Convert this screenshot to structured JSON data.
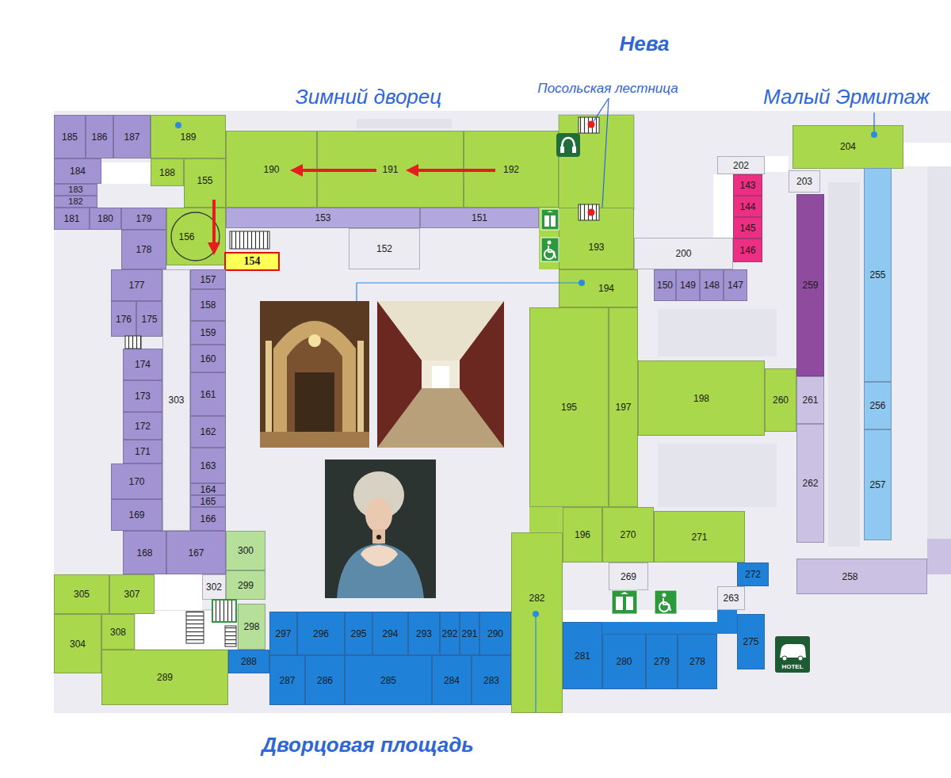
{
  "diagram": {
    "nodes": [
      {
        "text": [
          "185"
        ]
      },
      {
        "text": [
          "186"
        ]
      },
      {
        "text": [
          "187"
        ]
      },
      {
        "text": [
          "189"
        ]
      },
      {
        "text": [
          "204"
        ]
      },
      {
        "text": [
          "184"
        ]
      },
      {
        "text": [
          "188"
        ]
      },
      {
        "text": [
          "155"
        ]
      },
      {
        "text": [
          "190"
        ]
      },
      {
        "text": [
          "191"
        ]
      },
      {
        "text": [
          "192"
        ]
      },
      {
        "text": [
          "202"
        ]
      },
      {
        "text": [
          "203"
        ]
      },
      {
        "text": [
          "143"
        ]
      },
      {
        "text": [
          "183"
        ]
      },
      {
        "text": [
          "182"
        ]
      },
      {
        "text": [
          "144"
        ]
      },
      {
        "text": [
          "181"
        ]
      },
      {
        "text": [
          "180"
        ]
      },
      {
        "text": [
          "179"
        ]
      },
      {
        "text": [
          "156"
        ]
      },
      {
        "text": [
          "153"
        ]
      },
      {
        "text": [
          "151"
        ]
      },
      {
        "text": [
          "145"
        ]
      },
      {
        "text": [
          "259"
        ]
      },
      {
        "text": [
          "255"
        ]
      },
      {
        "text": [
          "178"
        ]
      },
      {
        "text": [
          "152"
        ]
      },
      {
        "text": [
          "193"
        ]
      },
      {
        "text": [
          "146"
        ]
      },
      {
        "text": [
          "200"
        ]
      },
      {
        "text": [
          "154"
        ]
      },
      {
        "text": [
          "177"
        ]
      },
      {
        "text": [
          "303"
        ]
      },
      {
        "text": [
          "157"
        ]
      },
      {
        "text": [
          "194"
        ]
      },
      {
        "text": [
          "150"
        ]
      },
      {
        "text": [
          "149"
        ]
      },
      {
        "text": [
          "148"
        ]
      },
      {
        "text": [
          "147"
        ]
      },
      {
        "text": [
          "158"
        ]
      },
      {
        "text": [
          "176"
        ]
      },
      {
        "text": [
          "175"
        ]
      },
      {
        "text": [
          "195"
        ]
      },
      {
        "text": [
          "197"
        ]
      },
      {
        "text": [
          "159"
        ]
      },
      {
        "text": [
          "160"
        ]
      },
      {
        "text": [
          "174"
        ]
      },
      {
        "text": [
          "198"
        ]
      },
      {
        "text": [
          "260"
        ]
      },
      {
        "text": [
          "161"
        ]
      },
      {
        "text": [
          "261"
        ]
      },
      {
        "text": [
          "173"
        ]
      },
      {
        "text": [
          "256"
        ]
      },
      {
        "text": [
          "172"
        ]
      },
      {
        "text": [
          "162"
        ]
      },
      {
        "text": [
          "262"
        ]
      },
      {
        "text": [
          "257"
        ]
      },
      {
        "text": [
          "171"
        ]
      },
      {
        "text": [
          "163"
        ]
      },
      {
        "text": [
          "170"
        ]
      },
      {
        "text": [
          "164"
        ]
      },
      {
        "text": [
          "165"
        ]
      },
      {
        "text": [
          "169"
        ]
      },
      {
        "text": [
          "166"
        ]
      },
      {
        "text": [
          "196"
        ]
      },
      {
        "text": [
          "270"
        ]
      },
      {
        "text": [
          "271"
        ]
      },
      {
        "text": [
          "168"
        ]
      },
      {
        "text": [
          "167"
        ]
      },
      {
        "text": [
          "300"
        ]
      },
      {
        "text": [
          "282"
        ]
      },
      {
        "text": [
          "258"
        ]
      },
      {
        "text": [
          "269"
        ]
      },
      {
        "text": [
          "272"
        ]
      },
      {
        "text": [
          "305"
        ]
      },
      {
        "text": [
          "307"
        ]
      },
      {
        "text": [
          "302"
        ]
      },
      {
        "text": [
          "299"
        ]
      },
      {
        "text": [
          "263"
        ]
      },
      {
        "text": [
          "298"
        ]
      },
      {
        "text": [
          "297"
        ]
      },
      {
        "text": [
          "296"
        ]
      },
      {
        "text": [
          "295"
        ]
      },
      {
        "text": [
          "294"
        ]
      },
      {
        "text": [
          "293"
        ]
      },
      {
        "text": [
          "292"
        ]
      },
      {
        "text": [
          "291"
        ]
      },
      {
        "text": [
          "290"
        ]
      },
      {
        "text": [
          "304"
        ]
      },
      {
        "text": [
          "308"
        ]
      },
      {
        "text": [
          "281"
        ]
      },
      {
        "text": [
          "275"
        ]
      },
      {
        "text": [
          "280"
        ]
      },
      {
        "text": [
          "279"
        ]
      },
      {
        "text": [
          "278"
        ]
      },
      {
        "text": [
          "289"
        ]
      },
      {
        "text": [
          "288"
        ]
      },
      {
        "text": [
          "287"
        ]
      },
      {
        "text": [
          "286"
        ]
      },
      {
        "text": [
          "285"
        ]
      },
      {
        "text": [
          "284"
        ]
      },
      {
        "text": [
          "283"
        ]
      }
    ],
    "labels": [
      "Нева",
      "Зимний дворец",
      "Посольская лестница",
      "Малый Эрмитаж",
      "Дворцовая площадь",
      "HOTEL"
    ]
  }
}
